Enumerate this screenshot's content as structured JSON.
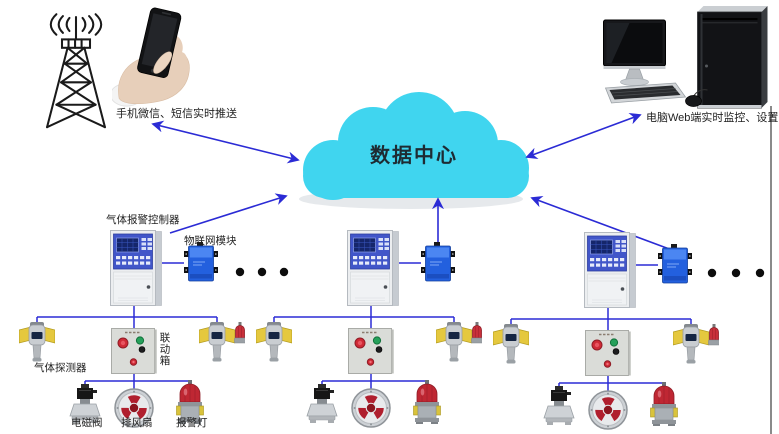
{
  "cloud": {
    "label": "数据中心"
  },
  "endpoints": {
    "phone_label": "手机微信、短信实时推送",
    "computer_label": "电脑Web端实时监控、设置"
  },
  "device_labels": {
    "controller": "气体报警控制器",
    "iot_module": "物联网模块",
    "linkage_box": "联动箱",
    "gas_detector": "气体探测器",
    "solenoid_valve": "电磁阀",
    "exhaust_fan": "排风扇",
    "alarm_lamp": "报警灯"
  },
  "icons": {
    "signal-tower-icon": "lattice radio tower with antenna waves",
    "phone-in-hand-icon": "hand holding smartphone",
    "desktop-computer-icon": "monitor, keyboard, mouse and tower case",
    "cloud-icon": "cyan cloud shape",
    "ellipsis-dots": "● ● ●"
  },
  "colors": {
    "connector_blue": "#2b2bd5",
    "cloud_cyan": "#40d5ef",
    "controller_panel_blue": "#4156c9",
    "iot_module_blue": "#2360de",
    "alarm_red": "#bf2733",
    "detector_yellow": "#e5c83e",
    "button_green": "#25a05a"
  }
}
